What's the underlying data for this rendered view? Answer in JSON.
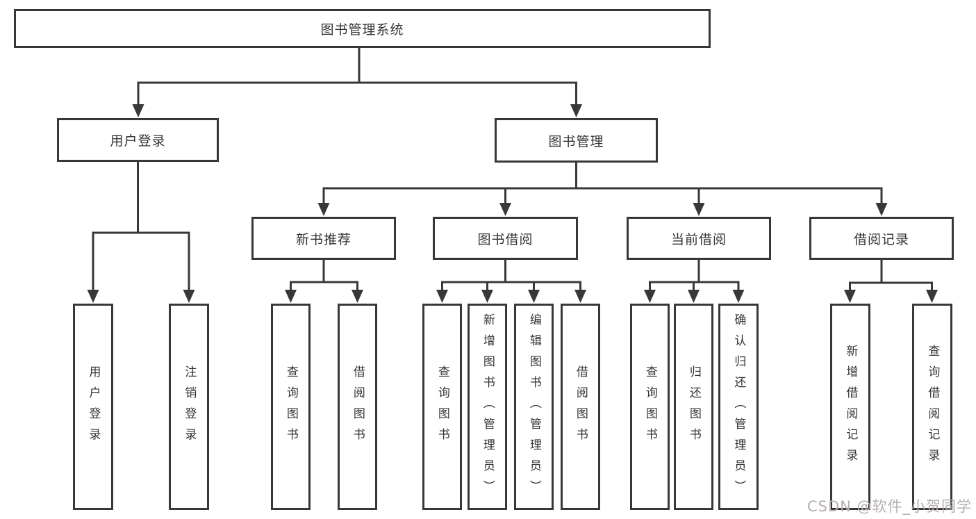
{
  "colors": {
    "background": "#ffffff",
    "line": "#383838",
    "text": "#333333",
    "watermark": "#b5aeae"
  },
  "watermark": {
    "text": "CSDN @软件_小贺同学"
  },
  "chart_type": "tree-diagram",
  "tree": {
    "label": "图书管理系统",
    "children": [
      {
        "label": "用户登录",
        "children": [
          {
            "label": "用户登录"
          },
          {
            "label": "注销登录"
          }
        ]
      },
      {
        "label": "图书管理",
        "children": [
          {
            "label": "新书推荐",
            "children": [
              {
                "label": "查询图书"
              },
              {
                "label": "借阅图书"
              }
            ]
          },
          {
            "label": "图书借阅",
            "children": [
              {
                "label": "查询图书"
              },
              {
                "label": "新增图书（管理员）"
              },
              {
                "label": "编辑图书（管理员）"
              },
              {
                "label": "借阅图书"
              }
            ]
          },
          {
            "label": "当前借阅",
            "children": [
              {
                "label": "查询图书"
              },
              {
                "label": "归还图书"
              },
              {
                "label": "确认归还（管理员）"
              }
            ]
          },
          {
            "label": "借阅记录",
            "children": [
              {
                "label": "新增借阅记录"
              },
              {
                "label": "查询借阅记录"
              }
            ]
          }
        ]
      }
    ]
  }
}
